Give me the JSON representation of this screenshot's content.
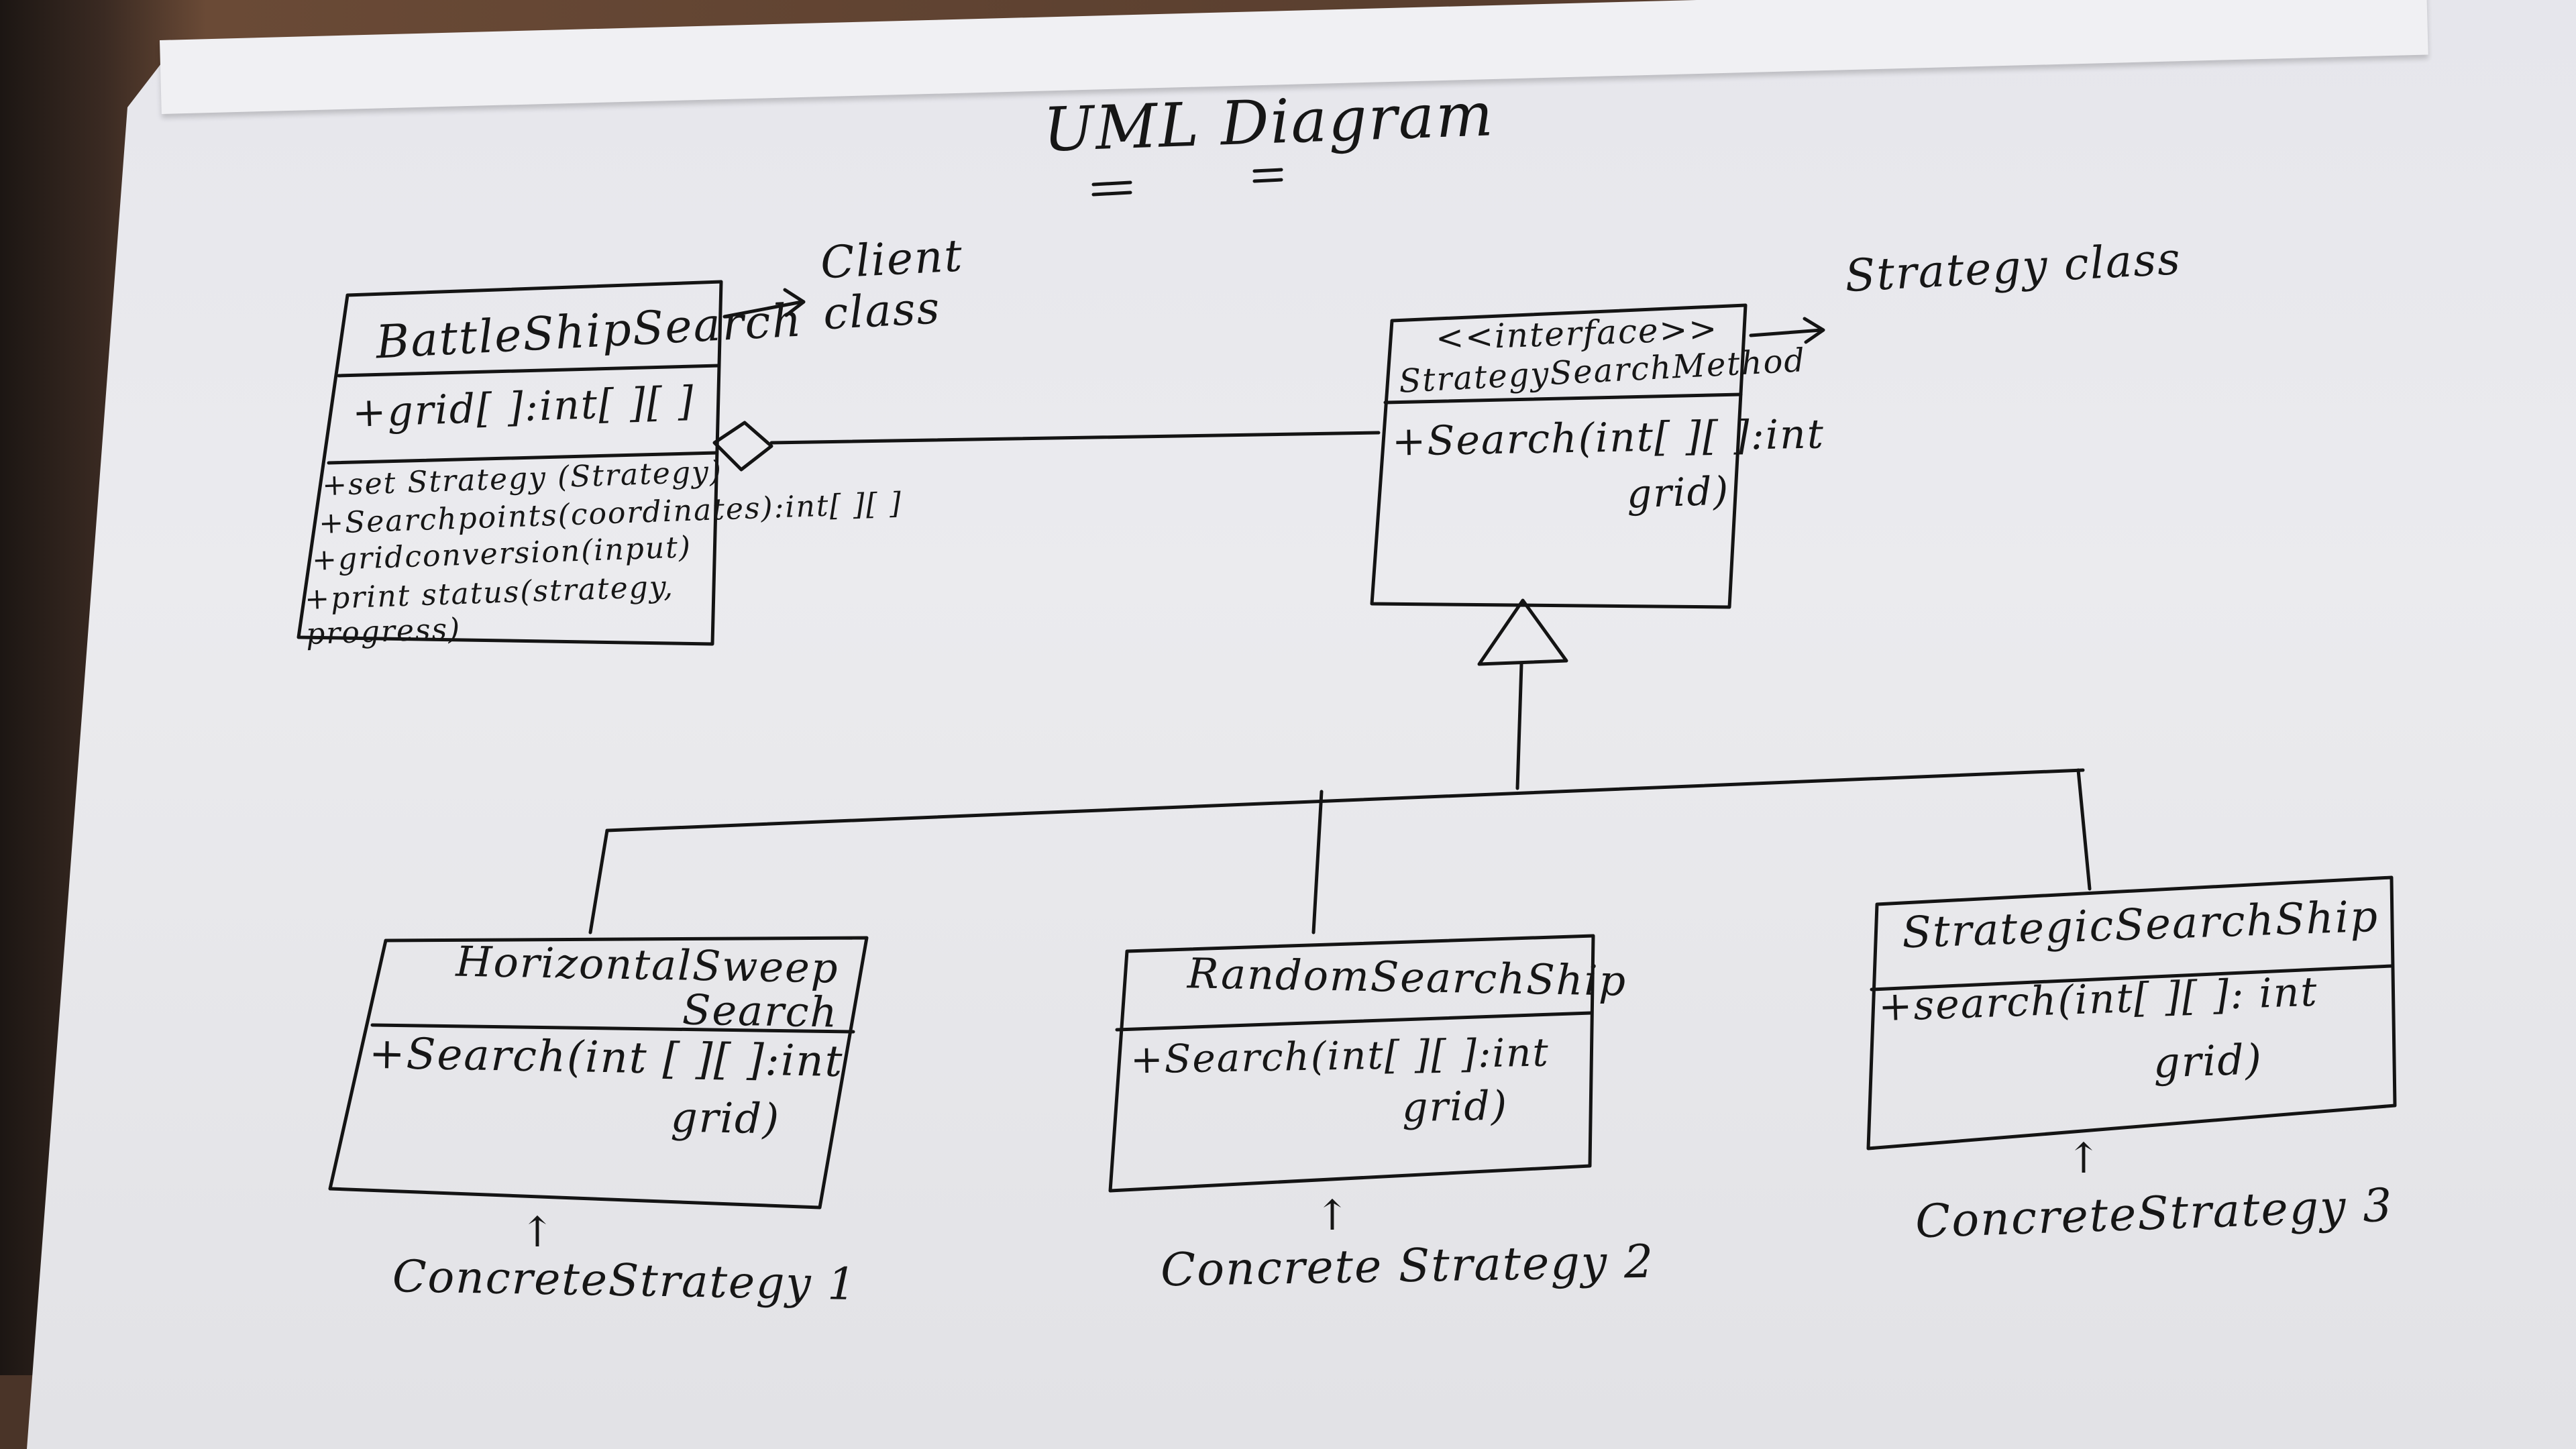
{
  "title": "UML Diagram",
  "client": {
    "annotation": "Client class",
    "name": "BattleShipSearch",
    "attribute": "+grid[ ]:int[ ][ ]",
    "methods": [
      "+set Strategy (Strategy)",
      "+Searchpoints(coordinates):int[ ][ ]",
      "+gridconversion(input)",
      "+print status(strategy, progress)"
    ]
  },
  "interface": {
    "annotation": "Strategy class",
    "stereotype": "<<interface>>",
    "name": "StrategySearchMethod",
    "method_line1": "+Search(int[ ][ ]:int",
    "method_line2": "grid)"
  },
  "concrete": [
    {
      "name": "HorizontalSweep Search",
      "method_line1": "+Search(int [ ][ ]:int",
      "method_line2": "grid)",
      "caption": "ConcreteStrategy 1"
    },
    {
      "name": "RandomSearchShip",
      "method_line1": "+Search(int[ ][ ]:int",
      "method_line2": "grid)",
      "caption": "Concrete Strategy 2"
    },
    {
      "name": "StrategicSearchShip",
      "method_line1": "+search(int[ ][ ]: int",
      "method_line2": "grid)",
      "caption": "ConcreteStrategy 3"
    }
  ],
  "arrow_glyph": "↑"
}
